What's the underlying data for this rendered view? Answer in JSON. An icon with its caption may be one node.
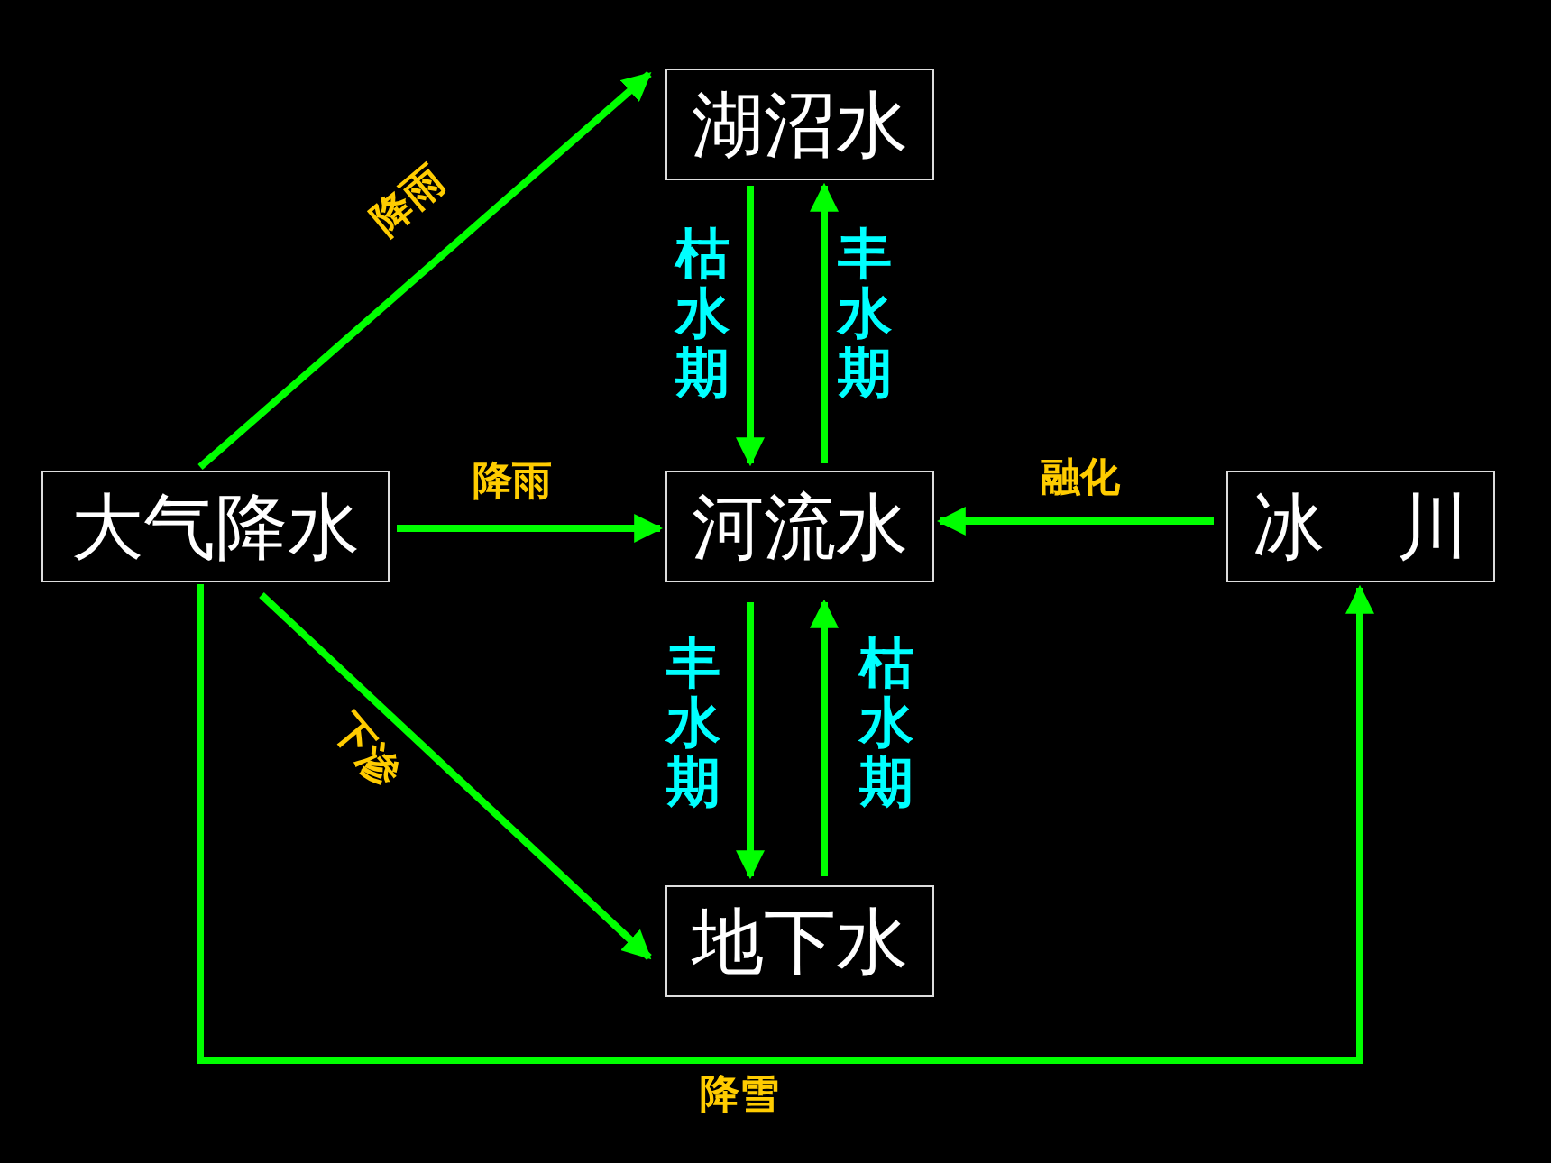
{
  "diagram": {
    "nodes": [
      {
        "text": [
          "湖沼水"
        ]
      },
      {
        "text": [
          "大气降水"
        ]
      },
      {
        "text": [
          "河流水"
        ]
      },
      {
        "text": [
          "冰　川"
        ]
      },
      {
        "text": [
          "地下水"
        ]
      }
    ],
    "edges": [
      {
        "from": 1,
        "to": 0,
        "arrow": "to",
        "label": "降雨"
      },
      {
        "from": 0,
        "to": 2,
        "arrow": "to",
        "label": "枯水期"
      },
      {
        "from": 2,
        "to": 0,
        "arrow": "to",
        "label": "丰水期"
      },
      {
        "from": 1,
        "to": 2,
        "arrow": "to",
        "label": "降雨"
      },
      {
        "from": 3,
        "to": 2,
        "arrow": "to",
        "label": "融化"
      },
      {
        "from": 1,
        "to": 4,
        "arrow": "to",
        "label": "下渗"
      },
      {
        "from": 2,
        "to": 4,
        "arrow": "to",
        "label": "丰水期"
      },
      {
        "from": 4,
        "to": 2,
        "arrow": "to",
        "label": "枯水期"
      },
      {
        "from": 1,
        "to": 3,
        "arrow": "to",
        "label": "降雪"
      }
    ]
  }
}
